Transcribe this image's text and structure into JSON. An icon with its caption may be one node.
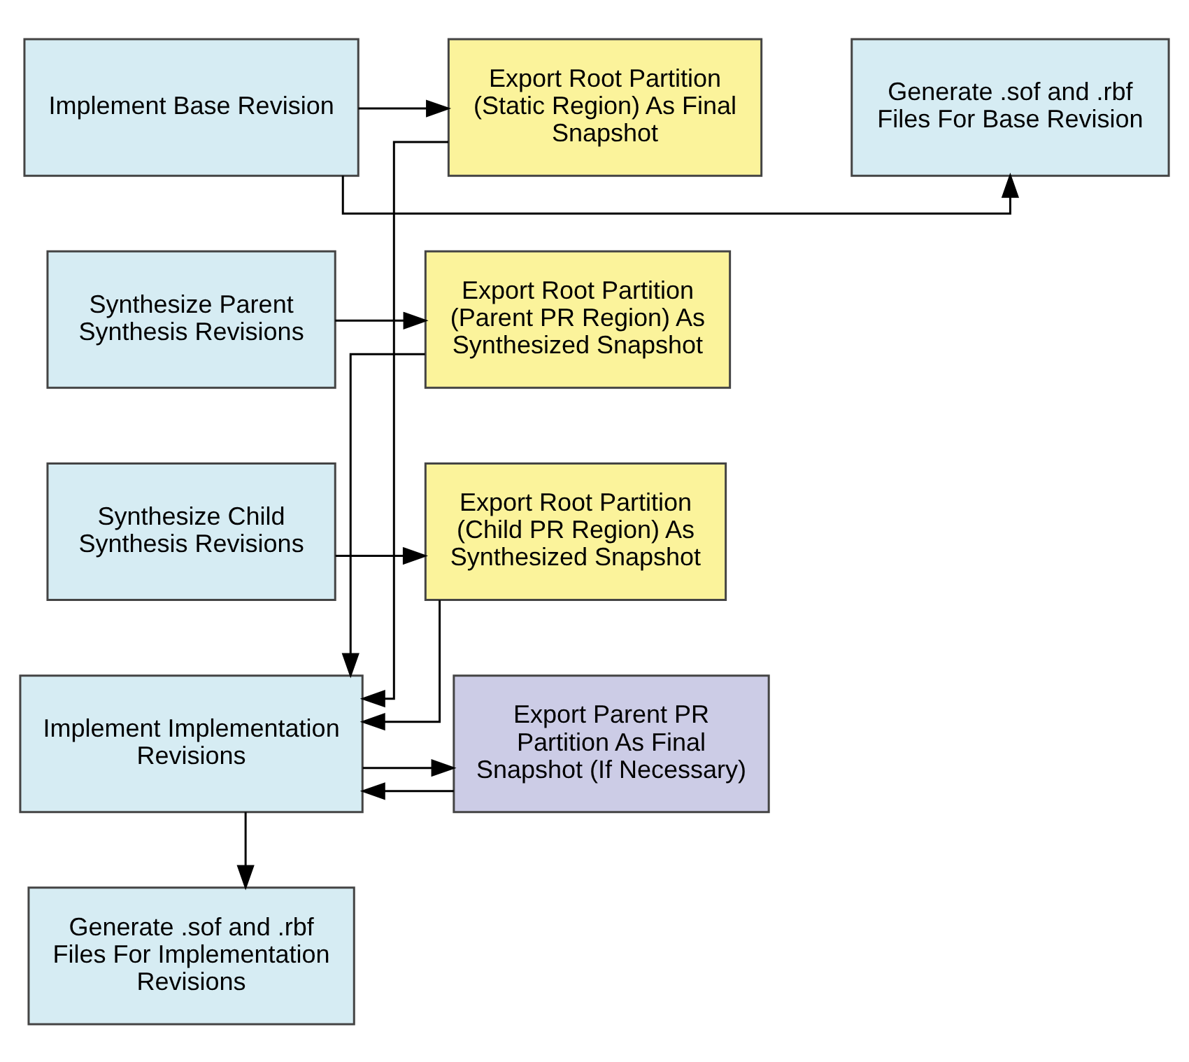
{
  "diagram": {
    "nodes": [
      {
        "text": [
          "Implement Base Revision"
        ]
      },
      {
        "text": [
          "Export Root Partition (Static Region) As Final Snapshot"
        ]
      },
      {
        "text": [
          "Generate .sof and .rbf Files For Base Revision"
        ]
      },
      {
        "text": [
          "Synthesize Parent Synthesis Revisions"
        ]
      },
      {
        "text": [
          "Export Root Partition (Parent PR Region) As Synthesized Snapshot"
        ]
      },
      {
        "text": [
          "Synthesize Child Synthesis Revisions"
        ]
      },
      {
        "text": [
          "Export Root Partition (Child PR Region) As Synthesized Snapshot"
        ]
      },
      {
        "text": [
          "Implement Implementation Revisions"
        ]
      },
      {
        "text": [
          "Export Parent PR Partition As Final Snapshot (If Necessary)"
        ]
      },
      {
        "text": [
          "Generate .sof and .rbf Files For Implementation Revisions"
        ]
      }
    ],
    "edges": [
      {
        "from": 0,
        "to": 1,
        "arrow": "to"
      },
      {
        "from": 0,
        "to": 2,
        "arrow": "to"
      },
      {
        "from": 3,
        "to": 4,
        "arrow": "to"
      },
      {
        "from": 5,
        "to": 6,
        "arrow": "to"
      },
      {
        "from": 1,
        "to": 7,
        "arrow": "to"
      },
      {
        "from": 4,
        "to": 7,
        "arrow": "to"
      },
      {
        "from": 6,
        "to": 7,
        "arrow": "to"
      },
      {
        "from": 8,
        "to": 7,
        "arrow": "to"
      },
      {
        "from": 7,
        "to": 8,
        "arrow": "to"
      },
      {
        "from": 7,
        "to": 9,
        "arrow": "to"
      }
    ]
  }
}
